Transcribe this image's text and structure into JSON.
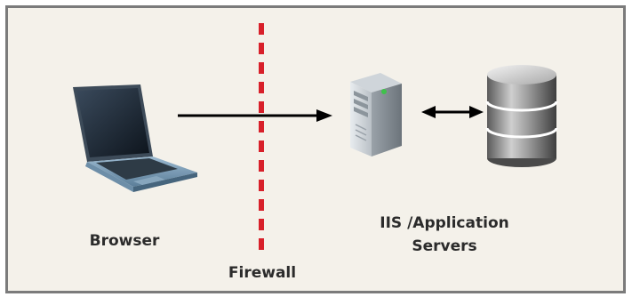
{
  "labels": {
    "browser": "Browser",
    "firewall": "Firewall",
    "servers_line1": "IIS /Application",
    "servers_line2": "Servers"
  },
  "icons": {
    "client": "laptop-icon",
    "server": "server-tower-icon",
    "storage": "database-icon"
  },
  "colors": {
    "background": "#f4f1ea",
    "border": "#7b7b7b",
    "firewall_line": "#d8202a",
    "arrow": "#000000",
    "label_text": "#2b2b2b"
  }
}
